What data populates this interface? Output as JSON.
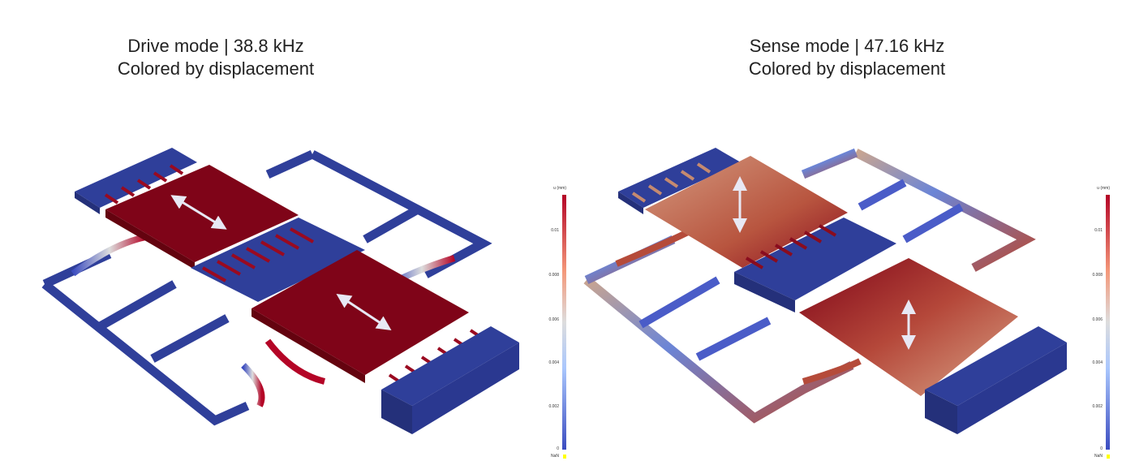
{
  "left": {
    "title_line1": "Drive mode | 38.8 kHz",
    "title_line2": "Colored by displacement"
  },
  "right": {
    "title_line1": "Sense mode | 47.16 kHz",
    "title_line2": "Colored by displacement"
  },
  "colorbar": {
    "label": "u (mm)",
    "ticks": [
      "0.01",
      "0.008",
      "0.006",
      "0.004",
      "0.002",
      "0"
    ],
    "nan_label": "NaN"
  },
  "colors": {
    "low": "#3b4cc0",
    "mid": "#dddddd",
    "high": "#b40426",
    "max_solid": "#7f0418",
    "nan": "#ffff00"
  }
}
